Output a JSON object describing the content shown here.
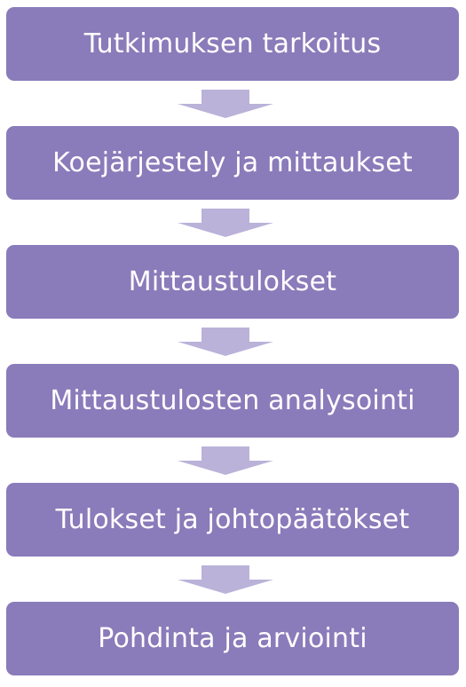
{
  "colors": {
    "box_fill": "#8a7bba",
    "arrow_fill": "#bab2d9",
    "text": "#ffffff"
  },
  "steps": [
    {
      "label": "Tutkimuksen tarkoitus"
    },
    {
      "label": "Koejärjestely ja mittaukset"
    },
    {
      "label": "Mittaustulokset"
    },
    {
      "label": "Mittaustulosten analysointi"
    },
    {
      "label": "Tulokset ja johtopäätökset"
    },
    {
      "label": "Pohdinta ja arviointi"
    }
  ],
  "connectors": [
    "down-arrow-icon",
    "down-arrow-icon",
    "down-arrow-icon",
    "down-arrow-icon",
    "down-arrow-icon"
  ]
}
